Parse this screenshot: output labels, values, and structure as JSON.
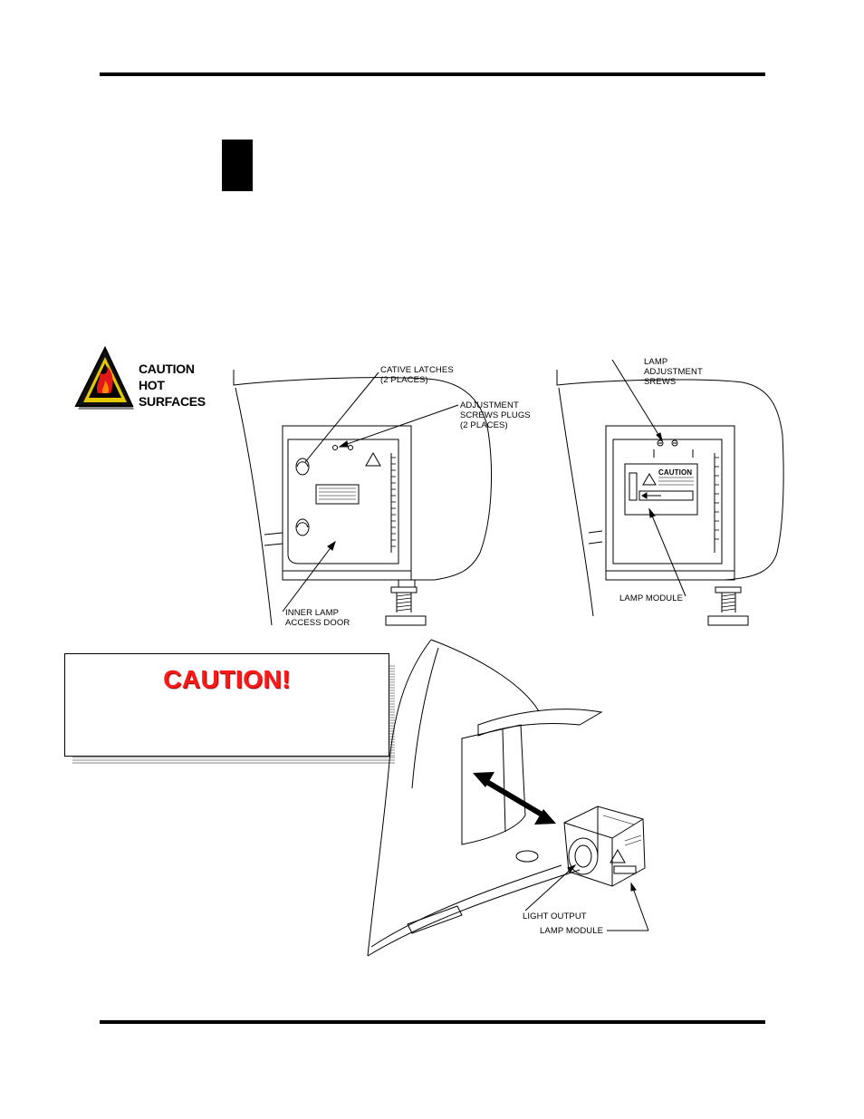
{
  "hot_surface_warning": {
    "lines": [
      "CAUTION",
      "HOT",
      "SURFACES"
    ]
  },
  "left_figure": {
    "label_latches": [
      "CATIVE LATCHES",
      "(2 PLACES)"
    ],
    "label_plugs": [
      "ADJUSTMENT",
      "SCREWS PLUGS",
      "(2 PLACES)"
    ],
    "label_door": [
      "INNER LAMP",
      "ACCESS DOOR"
    ]
  },
  "right_figure": {
    "label_screws": [
      "LAMP",
      "ADJUSTMENT",
      "SREWS"
    ],
    "label_module": "LAMP MODULE",
    "module_caution": "CAUTION"
  },
  "caution_box": {
    "title": "CAUTION!"
  },
  "bottom_figure": {
    "label_light_output": "LIGHT OUTPUT",
    "label_lamp_module": "LAMP MODULE"
  }
}
